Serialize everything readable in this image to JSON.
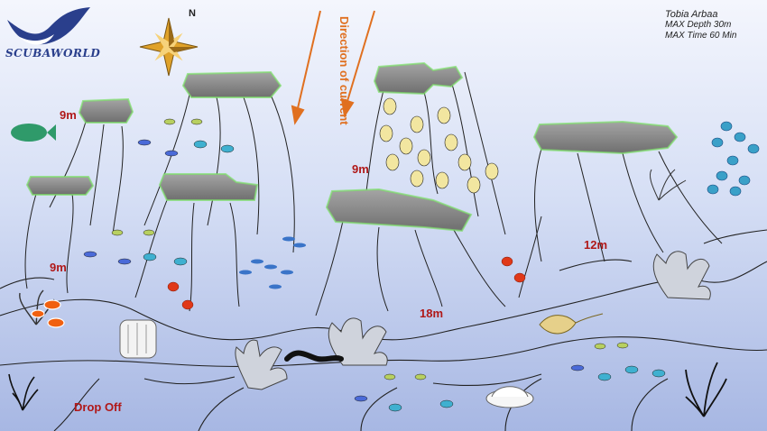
{
  "logo": {
    "text": "SCUBAWORLD"
  },
  "site_info": {
    "name": "Tobia Arbaa",
    "max_depth": "MAX Depth 30m",
    "max_time": "MAX Time 60 Min"
  },
  "current_label": "Direction of current",
  "compass": {
    "north_label": "N"
  },
  "depth_labels": [
    "9m",
    "9m",
    "9m",
    "12m",
    "18m"
  ],
  "zone_labels": {
    "drop_off": "Drop Off"
  },
  "colors": {
    "water_top": "#f3f5fd",
    "water_bottom": "#a8b8e4",
    "pinnacle": "#8a8a8a",
    "pinnacle_glow": "#7de06a",
    "depth_text": "#b01818",
    "current_arrow": "#e07020",
    "logo_blue": "#2a3f8c"
  }
}
